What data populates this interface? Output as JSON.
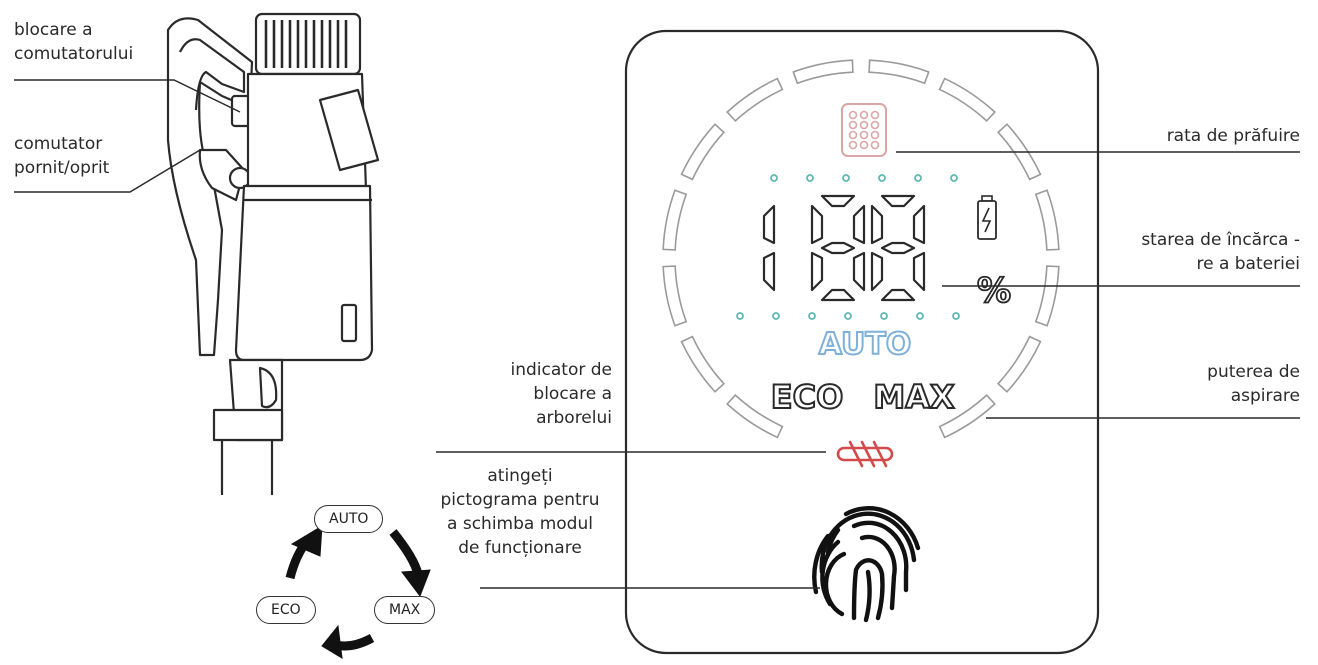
{
  "labels": {
    "switch_lock": [
      "blocare a",
      "comutatorului"
    ],
    "power_switch": [
      "comutator",
      "pornit/oprit"
    ],
    "dust_rate": "rata de prăfuire",
    "battery_status": [
      "starea de încărca -",
      "re a bateriei"
    ],
    "suction_power": [
      "puterea de",
      "aspirare"
    ],
    "shaft_lock": [
      "indicator de",
      "blocare a",
      "arborelui"
    ],
    "touch_icon": [
      "atingeți",
      "pictograma pentru",
      "a schimba modul",
      "de funcționare"
    ]
  },
  "display": {
    "digits": "188",
    "percent": "%",
    "mode_auto": "AUTO",
    "mode_eco": "ECO",
    "mode_max": "MAX"
  },
  "cycle": {
    "auto": "AUTO",
    "max": "MAX",
    "eco": "ECO"
  },
  "colors": {
    "dust_icon": "#d9a6a6",
    "teal_dots": "#5fb8b4",
    "auto_blue": "#7fb1d8",
    "lock_red": "#d24a4a",
    "segment_gray": "#9a9a9a"
  },
  "icons": [
    "dust-filter-icon",
    "battery-charging-icon",
    "shaft-lock-icon",
    "fingerprint-icon",
    "cycle-arrow-icon"
  ]
}
